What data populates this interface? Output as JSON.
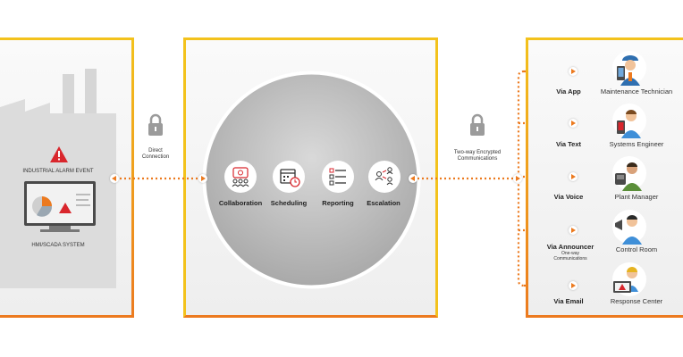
{
  "left_panel": {
    "alarm_label": "INDUSTRIAL ALARM EVENT",
    "system_label": "HMI/SCADA SYSTEM"
  },
  "links": {
    "direct": "Direct Connection",
    "two_way": "Two-way Encrypted Communications"
  },
  "middle": {
    "items": [
      {
        "label": "Collaboration",
        "icon": "collaboration-icon"
      },
      {
        "label": "Scheduling",
        "icon": "calendar-clock-icon"
      },
      {
        "label": "Reporting",
        "icon": "checklist-icon"
      },
      {
        "label": "Escalation",
        "icon": "escalation-icon"
      }
    ]
  },
  "channels": [
    {
      "via": "Via App",
      "role": "Maintenance Technician"
    },
    {
      "via": "Via Text",
      "role": "Systems Engineer"
    },
    {
      "via": "Via Voice",
      "role": "Plant Manager"
    },
    {
      "via": "Via Announcer",
      "sub": "One-way Communications",
      "role": "Control Room"
    },
    {
      "via": "Via Email",
      "role": "Response Center"
    }
  ],
  "colors": {
    "accent": "#ec7a1f",
    "yellow": "#f3c21c",
    "alert": "#d9262c"
  }
}
